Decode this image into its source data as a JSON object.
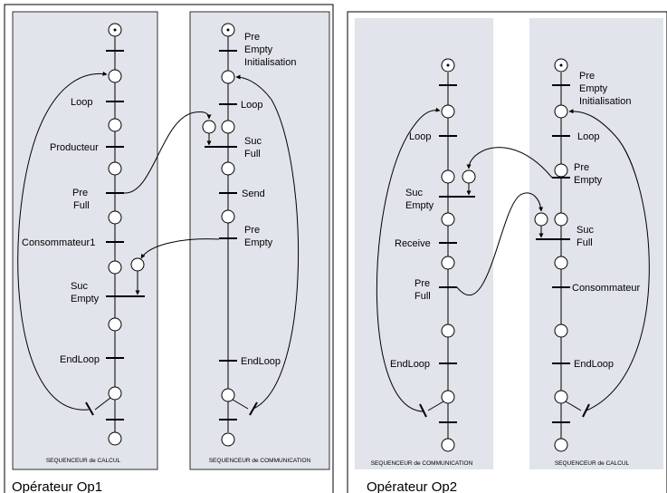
{
  "colors": {
    "panel_fill": "#e1e4ea",
    "ink": "#000000",
    "background": "#ffffff"
  },
  "figure": {
    "op1": {
      "caption": "Opérateur Op1",
      "calc": {
        "footer": "SEQUENCEUR de CALCUL",
        "labels": {
          "loop": "Loop",
          "producteur": "Producteur",
          "pre": "Pre",
          "full": "Full",
          "consommateur1": "Consommateur1",
          "suc": "Suc",
          "empty": "Empty",
          "endloop": "EndLoop"
        }
      },
      "comm": {
        "footer": "SEQUENCEUR de COMMUNICATION",
        "labels": {
          "pre_init": "Pre",
          "empty_init": "Empty",
          "initialisation": "Initialisation",
          "loop": "Loop",
          "suc": "Suc",
          "full": "Full",
          "send": "Send",
          "pre": "Pre",
          "empty": "Empty",
          "endloop": "EndLoop"
        }
      }
    },
    "op2": {
      "caption": "Opérateur Op2",
      "comm": {
        "footer": "SEQUENCEUR de COMMUNICATION",
        "labels": {
          "loop": "Loop",
          "suc": "Suc",
          "empty": "Empty",
          "receive": "Receive",
          "pre": "Pre",
          "full": "Full",
          "endloop": "EndLoop"
        }
      },
      "calc": {
        "footer": "SEQUENCEUR de CALCUL",
        "labels": {
          "pre_init": "Pre",
          "empty_init": "Empty",
          "initialisation": "Initialisation",
          "loop": "Loop",
          "pre": "Pre",
          "empty": "Empty",
          "suc": "Suc",
          "full": "Full",
          "consommateur": "Consommateur",
          "endloop": "EndLoop"
        }
      }
    }
  }
}
